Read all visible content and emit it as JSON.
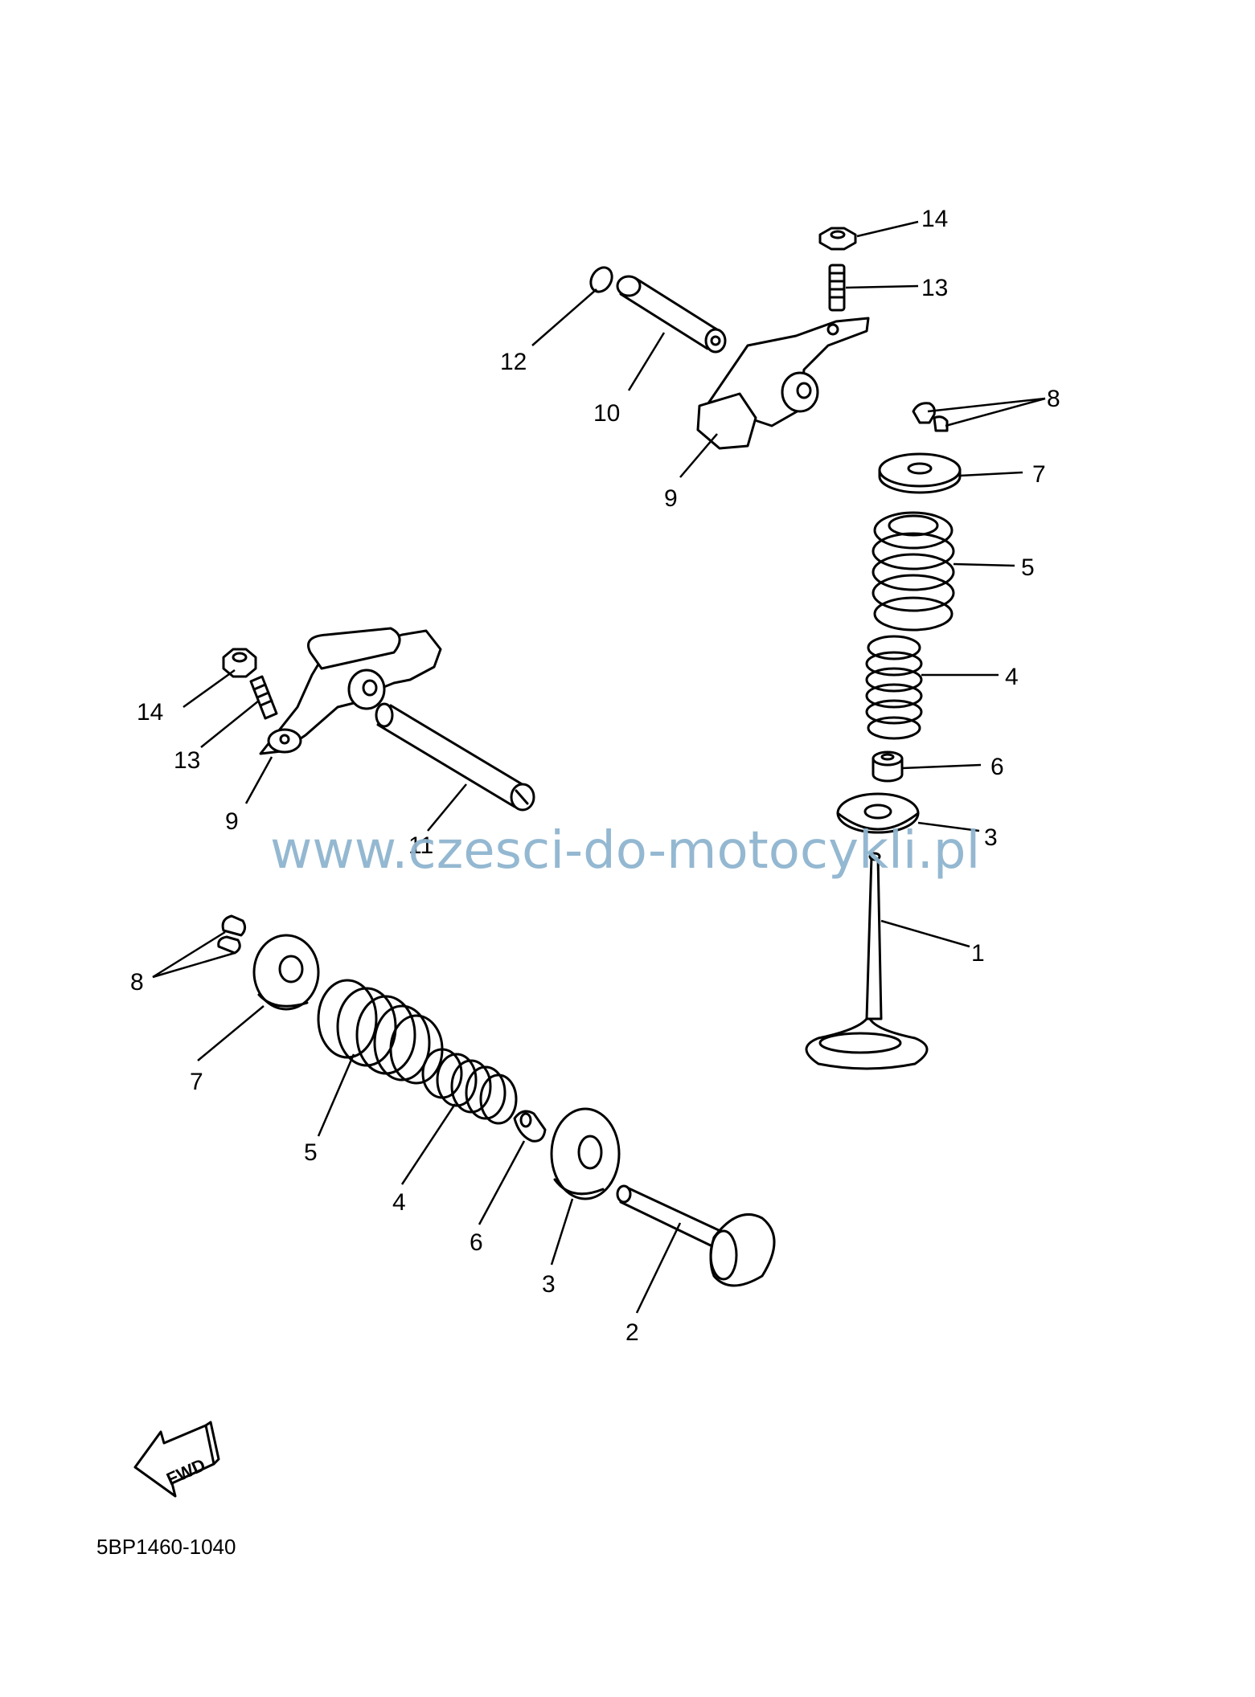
{
  "labels": {
    "l1": "1",
    "l2": "2",
    "l3a": "3",
    "l3b": "3",
    "l4a": "4",
    "l4b": "4",
    "l5a": "5",
    "l5b": "5",
    "l6a": "6",
    "l6b": "6",
    "l7a": "7",
    "l7b": "7",
    "l8a": "8",
    "l8b": "8",
    "l9a": "9",
    "l9b": "9",
    "l10": "10",
    "l11": "11",
    "l12": "12",
    "l13a": "13",
    "l13b": "13",
    "l14a": "14",
    "l14b": "14"
  },
  "watermark": "www.czesci-do-motocykli.pl",
  "fwd_label": "FWD",
  "diagram_code": "5BP1460-1040",
  "colors": {
    "watermark": "#8fb5cf",
    "ink": "#000000"
  }
}
